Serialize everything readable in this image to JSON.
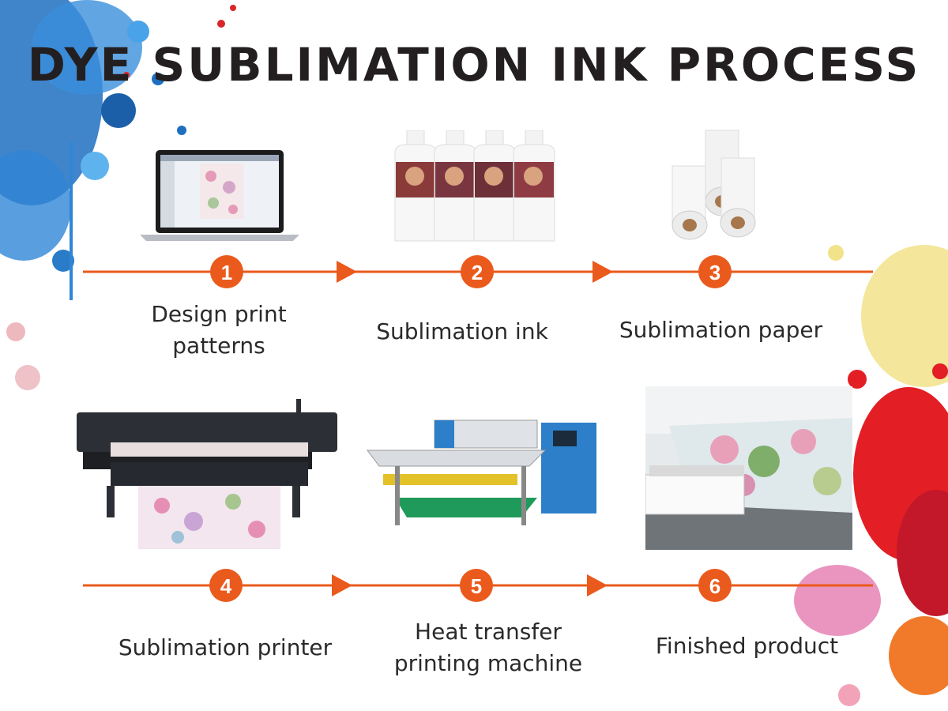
{
  "title": "DYE SUBLIMATION INK PROCESS",
  "colors": {
    "accent": "#ea5a1c",
    "title": "#231f20"
  },
  "steps": [
    {
      "number": "1",
      "label_lines": [
        "Design print",
        "patterns"
      ],
      "icon": "laptop-icon"
    },
    {
      "number": "2",
      "label_lines": [
        "Sublimation ink"
      ],
      "icon": "ink-bottles-icon"
    },
    {
      "number": "3",
      "label_lines": [
        "Sublimation paper"
      ],
      "icon": "paper-rolls-icon"
    },
    {
      "number": "4",
      "label_lines": [
        "Sublimation printer"
      ],
      "icon": "printer-icon"
    },
    {
      "number": "5",
      "label_lines": [
        "Heat transfer",
        "printing machine"
      ],
      "icon": "heat-press-icon"
    },
    {
      "number": "6",
      "label_lines": [
        "Finished product"
      ],
      "icon": "bedding-icon"
    }
  ]
}
